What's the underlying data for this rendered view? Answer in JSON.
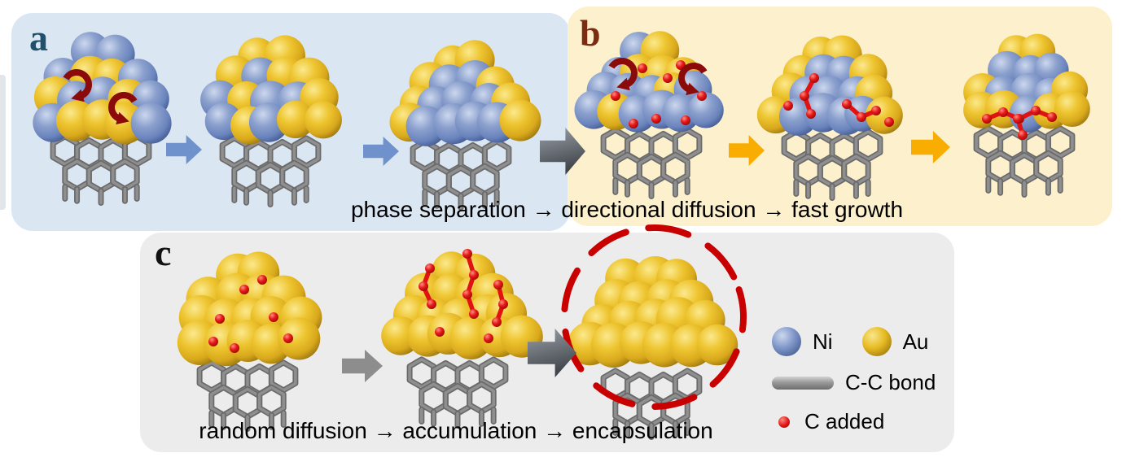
{
  "panels": {
    "a": {
      "label": "a"
    },
    "b": {
      "label": "b"
    },
    "c": {
      "label": "c"
    }
  },
  "captions": {
    "ab": "phase separation → directional diffusion → fast growth",
    "c": "random diffusion → accumulation → encapsulation"
  },
  "legend": {
    "items": [
      {
        "icon": "ni-atom-icon",
        "label": "Ni"
      },
      {
        "icon": "au-atom-icon",
        "label": "Au"
      },
      {
        "icon": "cc-bond-icon",
        "label": "C-C bond"
      },
      {
        "icon": "c-added-icon",
        "label": "C added"
      }
    ]
  },
  "colors": {
    "panel_a_bg": "#dbe6f3",
    "panel_b_bg": "#fdf0cd",
    "panel_c_bg": "#ececec",
    "label_a": "#20506b",
    "label_b": "#7b2d12",
    "label_c": "#111111",
    "caption_text": "#000000",
    "ni": "#7089c1",
    "au": "#e2b51f",
    "carbon_bond": "#8f8f8f",
    "c_added": "#e01212",
    "arrow_blue": "#6f92cc",
    "arrow_yellow": "#f9ad00",
    "arrow_gray": "#8d8d8d",
    "arrow_dark_gray": "#4b5056",
    "rotation_arrow": "#8b0a0a",
    "dashed_circle": "#c90000"
  }
}
